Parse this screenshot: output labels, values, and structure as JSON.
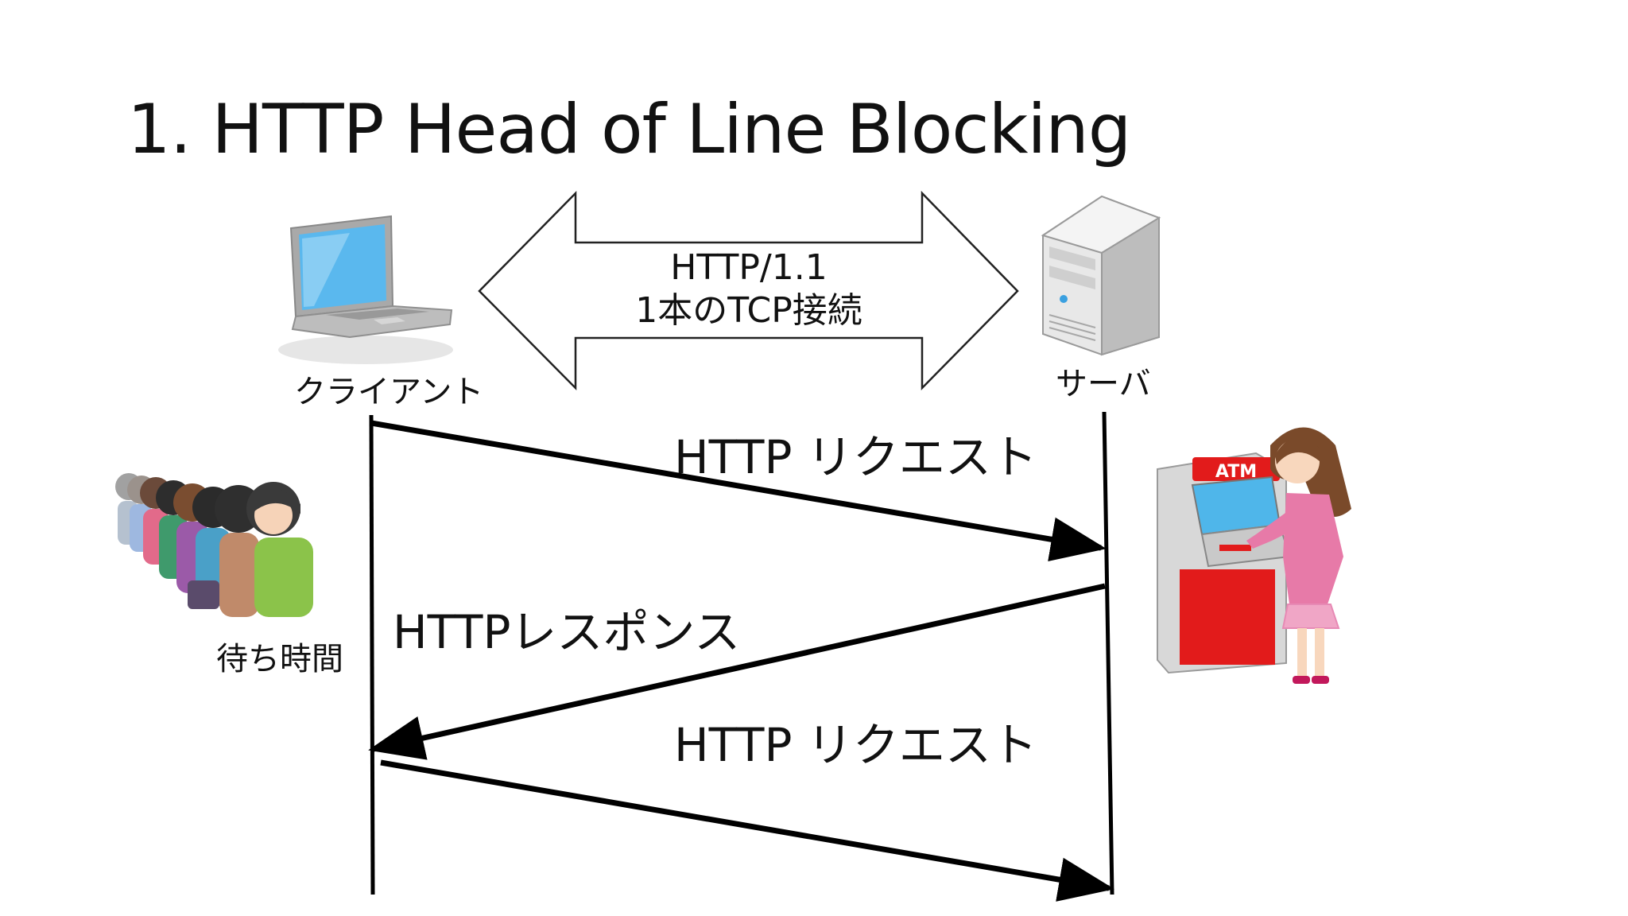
{
  "slide": {
    "title": "1. HTTP Head of Line Blocking"
  },
  "connection": {
    "line1": "HTTP/1.1",
    "line2": "1本のTCP接続"
  },
  "nodes": {
    "client_label": "クライアント",
    "server_label": "サーバ",
    "queue_label": "待ち時間",
    "atm_text": "ATM"
  },
  "messages": [
    {
      "label": "HTTP リクエスト",
      "direction": "client-to-server"
    },
    {
      "label": "HTTPレスポンス",
      "direction": "server-to-client"
    },
    {
      "label": "HTTP リクエスト",
      "direction": "client-to-server"
    }
  ],
  "colors": {
    "arrow": "#000000",
    "atm_red": "#e21b1b",
    "atm_screen": "#4fb6ea",
    "laptop_screen": "#5ab8ee"
  }
}
